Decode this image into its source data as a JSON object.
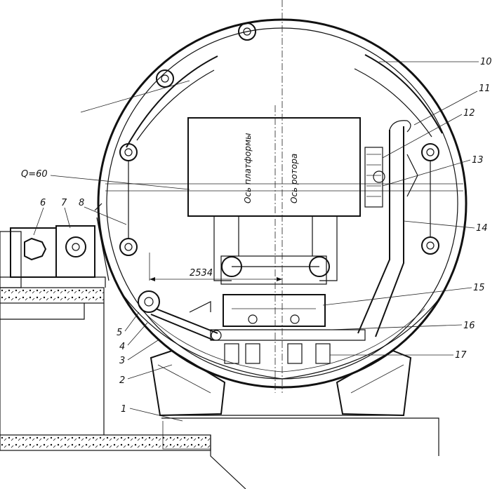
{
  "labels": {
    "callouts": [
      "1",
      "2",
      "3",
      "4",
      "5",
      "6",
      "7",
      "8",
      "10",
      "11",
      "12",
      "13",
      "14",
      "15",
      "16",
      "17"
    ],
    "load": "Q=60",
    "dimension": "2534",
    "axis_platform": "Ось платформы",
    "axis_rotor": "Ось ротора"
  }
}
